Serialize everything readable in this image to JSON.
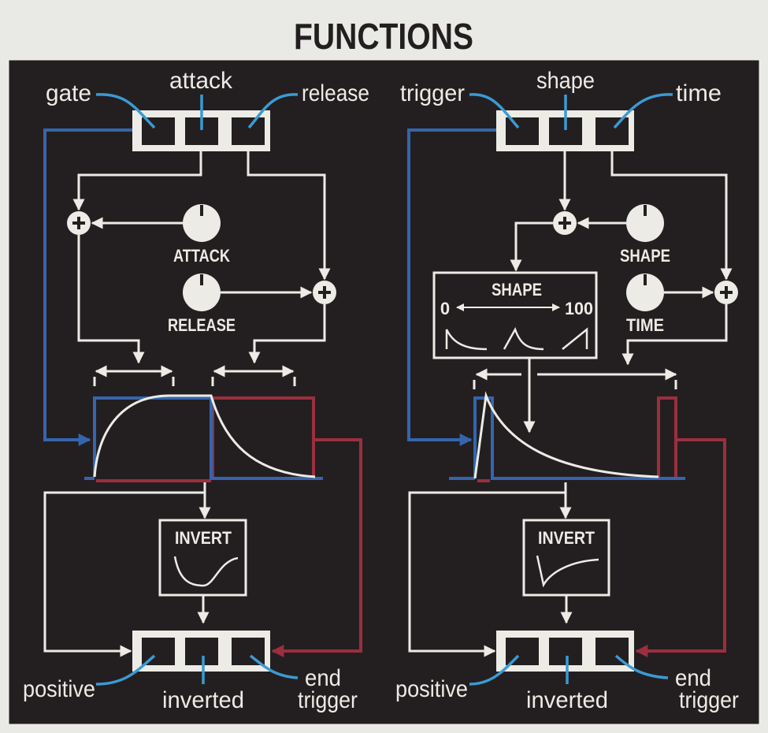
{
  "title": "FUNCTIONS",
  "left": {
    "inputs": [
      "gate",
      "attack",
      "release"
    ],
    "knobs": [
      "ATTACK",
      "RELEASE"
    ],
    "invert_label": "INVERT",
    "outputs": [
      "positive",
      "inverted",
      "end",
      "trigger"
    ]
  },
  "right": {
    "inputs": [
      "trigger",
      "shape",
      "time"
    ],
    "knobs": [
      "SHAPE",
      "TIME"
    ],
    "shape_box": {
      "title": "SHAPE",
      "min": "0",
      "max": "100"
    },
    "invert_label": "INVERT",
    "outputs": [
      "positive",
      "inverted",
      "end",
      "trigger"
    ]
  },
  "colors": {
    "background": "#231f20",
    "line": "#ecebe6",
    "gate": "#3565ad",
    "end": "#9a2f3f",
    "callout": "#3b9ad3"
  }
}
